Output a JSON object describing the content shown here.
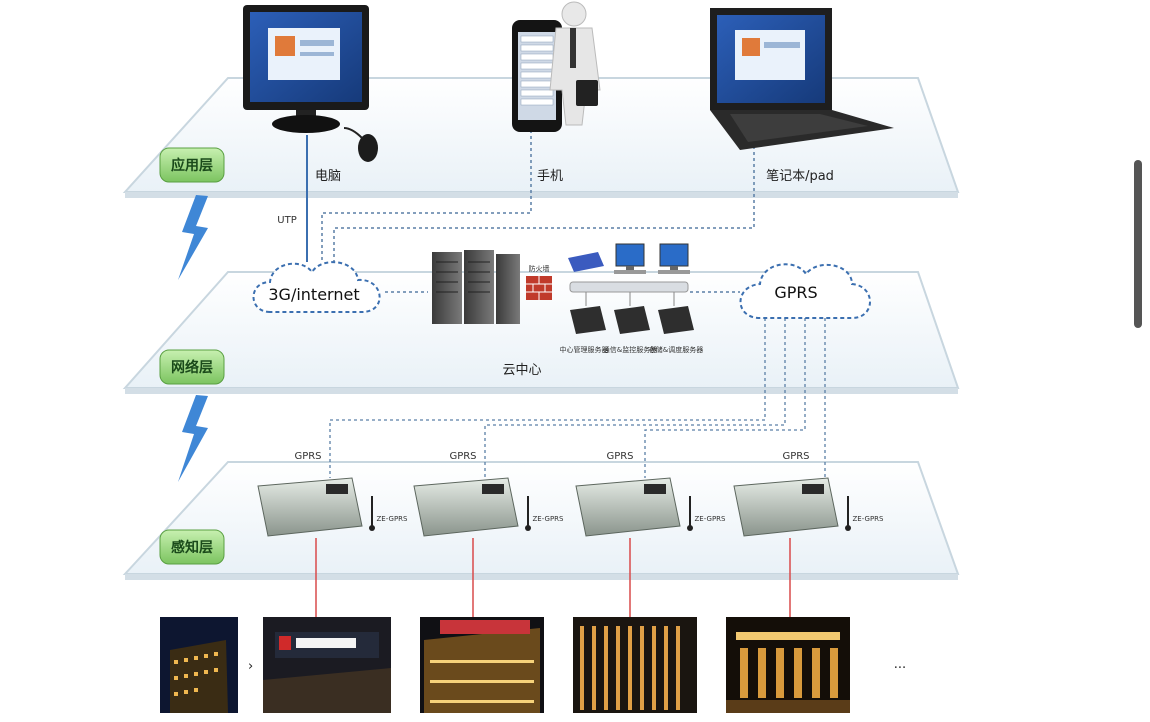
{
  "layers": {
    "application": "应用层",
    "network": "网络层",
    "perception": "感知层"
  },
  "devices": {
    "computer": "电脑",
    "phone": "手机",
    "laptop": "笔记本/pad"
  },
  "links": {
    "utp": "UTP",
    "internet": "3G/internet",
    "gprs_cloud": "GPRS",
    "gprs": "GPRS"
  },
  "network_center": {
    "cloud_center": "云中心",
    "firewall": "防火墙",
    "servers": [
      "中心管理服务器",
      "通信&监控服务器",
      "存储&调度服务器"
    ]
  },
  "terminal_label": "ZE-GPRS",
  "ellipsis": "...",
  "colors": {
    "plate_top": "#f4f8fb",
    "plate_edge": "#c8d6df",
    "label_green": "#8fd17a",
    "link_red": "#d94a4a",
    "utp_blue": "#3b6fb0",
    "dotted": "#5a7fa6",
    "lightning": "#3f87d6"
  }
}
